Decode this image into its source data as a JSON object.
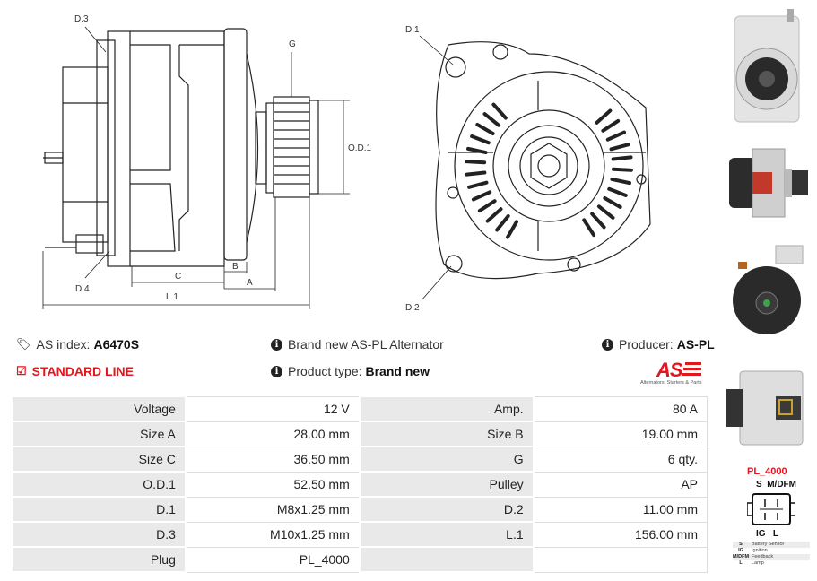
{
  "diagram": {
    "side_labels": {
      "d3": "D.3",
      "g": "G",
      "od1": "O.D.1",
      "d4": "D.4",
      "c": "C",
      "b": "B",
      "a": "A",
      "l1": "L.1"
    },
    "front_labels": {
      "d1": "D.1",
      "d2": "D.2"
    }
  },
  "info": {
    "as_index_label": "AS index:",
    "as_index_value": "A6470S",
    "standard_line": "STANDARD LINE",
    "brand_new_text": "Brand new AS-PL Alternator",
    "product_type_label": "Product type:",
    "product_type_value": "Brand new",
    "producer_label": "Producer:",
    "producer_value": "AS-PL",
    "logo_text": "AS",
    "logo_tagline": "Alternators, Starters & Parts"
  },
  "specs": [
    {
      "k1": "Voltage",
      "v1": "12 V",
      "k2": "Amp.",
      "v2": "80 A"
    },
    {
      "k1": "Size A",
      "v1": "28.00 mm",
      "k2": "Size B",
      "v2": "19.00 mm"
    },
    {
      "k1": "Size C",
      "v1": "36.50 mm",
      "k2": "G",
      "v2": "6 qty."
    },
    {
      "k1": "O.D.1",
      "v1": "52.50 mm",
      "k2": "Pulley",
      "v2": "AP"
    },
    {
      "k1": "D.1",
      "v1": "M8x1.25 mm",
      "k2": "D.2",
      "v2": "11.00 mm"
    },
    {
      "k1": "D.3",
      "v1": "M10x1.25 mm",
      "k2": "L.1",
      "v2": "156.00 mm"
    },
    {
      "k1": "Plug",
      "v1": "PL_4000",
      "k2": "",
      "v2": ""
    }
  ],
  "plug": {
    "title": "PL_4000",
    "top_pins": "S  M/DFM",
    "bottom_pins": "IG   L",
    "legend": [
      {
        "code": "S",
        "desc": "Battery Sensor"
      },
      {
        "code": "IG",
        "desc": "Ignition"
      },
      {
        "code": "M/DFM",
        "desc": "Feedback"
      },
      {
        "code": "L",
        "desc": "Lamp"
      }
    ]
  },
  "colors": {
    "accent_red": "#e3161d",
    "key_bg": "#e9e9e9"
  }
}
